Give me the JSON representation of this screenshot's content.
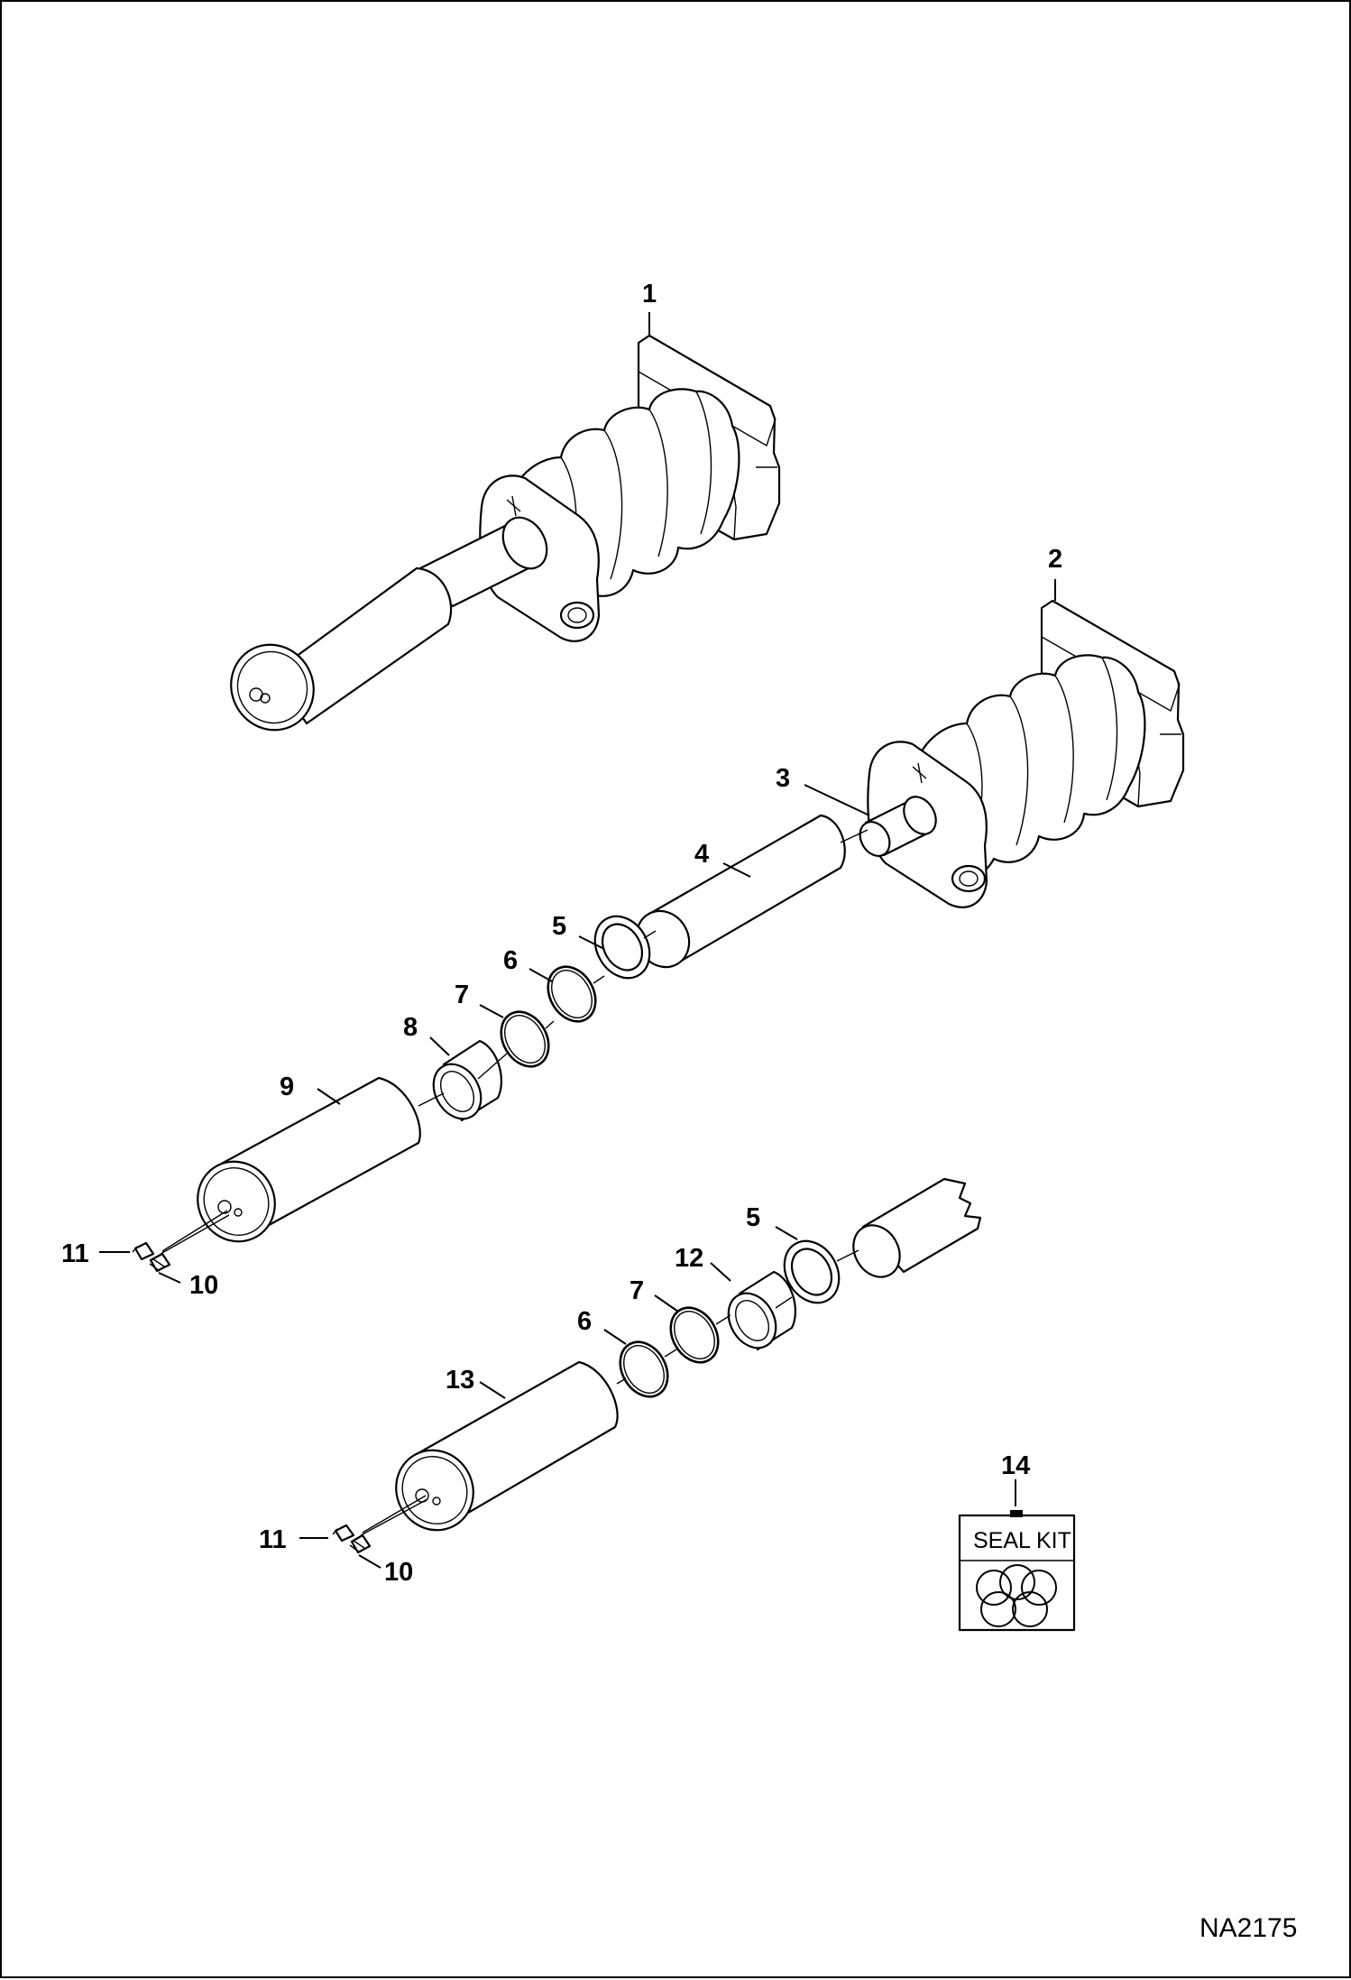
{
  "diagram": {
    "callouts": [
      "1",
      "2",
      "3",
      "4",
      "5",
      "6",
      "7",
      "8",
      "9",
      "10",
      "11",
      "12",
      "13",
      "14"
    ],
    "seal_kit_label": "SEAL KIT",
    "drawing_ref": "NA2175"
  }
}
